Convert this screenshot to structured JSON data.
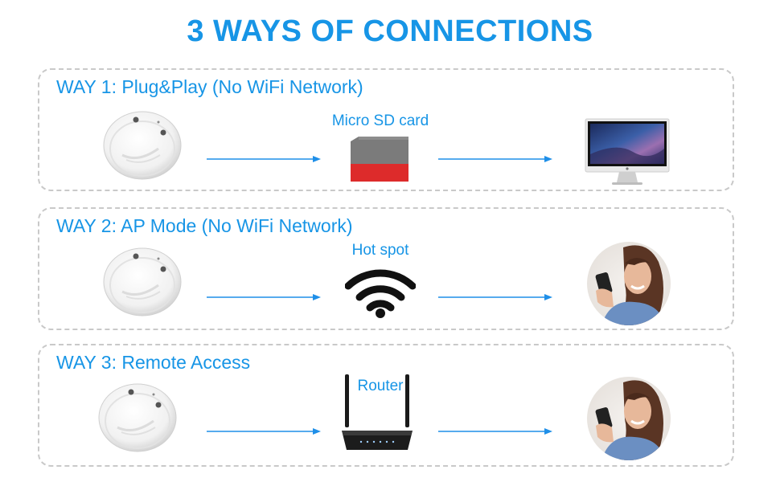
{
  "heading": "3 WAYS OF CONNECTIONS",
  "colors": {
    "accent": "#1795e6",
    "arrow": "#1f8fe8",
    "border": "#c9c9c9"
  },
  "ways": [
    {
      "title": "WAY 1: Plug&Play (No WiFi Network)",
      "middle_label": "Micro SD card",
      "middle_icon": "micro-sd-card-icon",
      "end_icon": "desktop-computer-icon"
    },
    {
      "title": "WAY 2: AP Mode (No WiFi Network)",
      "middle_label": "Hot spot",
      "middle_icon": "wifi-hotspot-icon",
      "end_icon": "smartphone-user-icon"
    },
    {
      "title": "WAY 3: Remote Access",
      "middle_label": "Router",
      "middle_icon": "router-icon",
      "end_icon": "smartphone-user-icon"
    }
  ]
}
